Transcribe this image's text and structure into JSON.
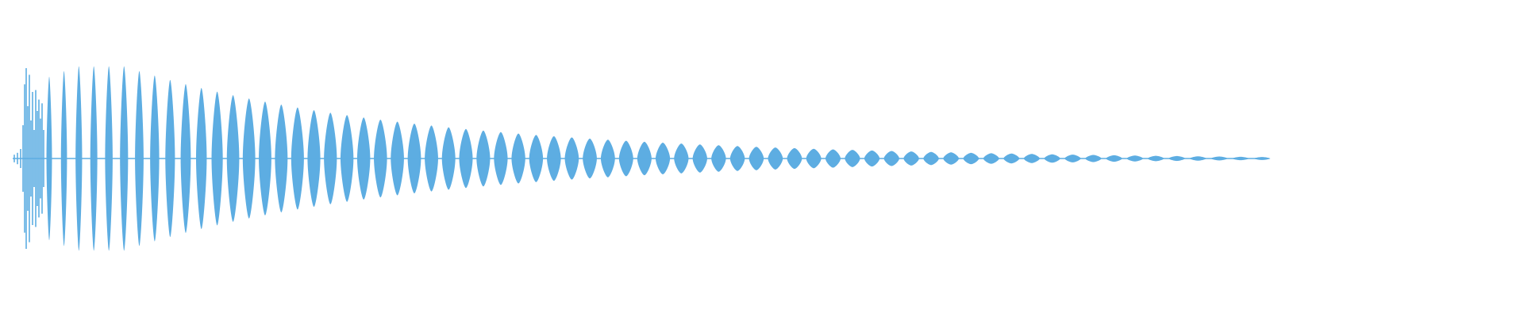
{
  "waveform": {
    "color": "#5dade2",
    "background": "#ffffff",
    "envelope": "decaying",
    "peak_amplitude": 0.97,
    "lobe_count": 68
  }
}
